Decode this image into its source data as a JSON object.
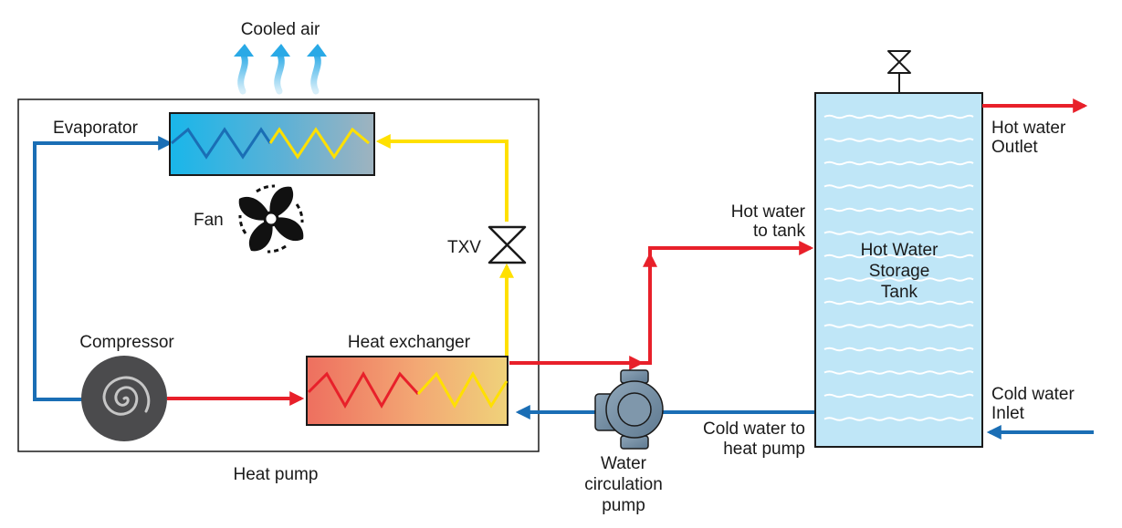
{
  "labels": {
    "cooled_air": "Cooled air",
    "evaporator": "Evaporator",
    "fan": "Fan",
    "txv": "TXV",
    "compressor": "Compressor",
    "heat_exchanger": "Heat exchanger",
    "heat_pump": "Heat pump",
    "water_pump": [
      "Water",
      "circulation",
      "pump"
    ],
    "hot_water_to_tank": [
      "Hot water",
      "to tank"
    ],
    "cold_water_to_heat_pump": [
      "Cold water to",
      "heat pump"
    ],
    "tank": [
      "Hot Water",
      "Storage",
      "Tank"
    ],
    "hot_water_outlet": [
      "Hot water",
      "Outlet"
    ],
    "cold_water_inlet": [
      "Cold water",
      "Inlet"
    ]
  },
  "colors": {
    "hot": "#e8202a",
    "cold": "#1a6eb5",
    "refrigerant_low": "#ffe000",
    "tank_fill": "#bfe6f7",
    "evaporator_start": "#19b6ea",
    "evaporator_end": "#9fb3bf",
    "exchanger_start": "#ee6f5f",
    "exchanger_end": "#efd27a",
    "compressor": "#4b4b4d"
  }
}
